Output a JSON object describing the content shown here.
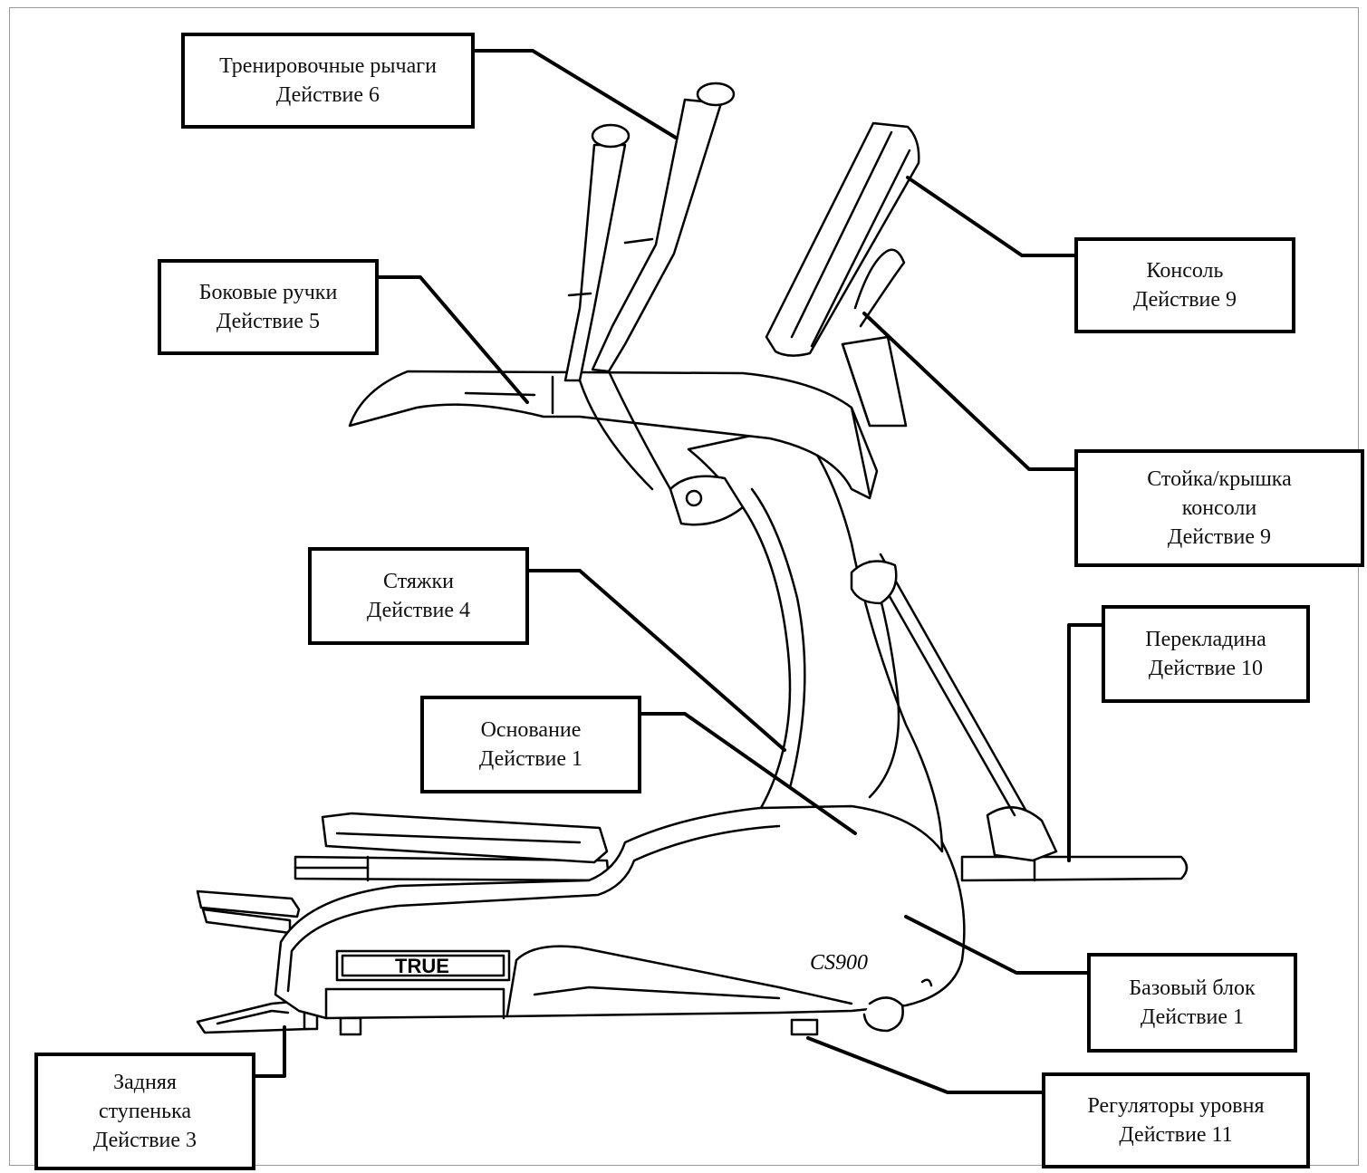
{
  "brand": {
    "logo_text": "TRUE",
    "model": "CS900"
  },
  "labels": {
    "arms": {
      "line1": "Тренировочные рычаги",
      "line2": "Действие 6"
    },
    "console": {
      "line1": "Консоль",
      "line2": "Действие 9"
    },
    "side_handles": {
      "line1": "Боковые ручки",
      "line2": "Действие 5"
    },
    "mast": {
      "line1": "Стойка/крышка",
      "line2": "консоли",
      "line3": "Действие 9"
    },
    "tie_rods": {
      "line1": "Стяжки",
      "line2": "Действие 4"
    },
    "crossbar": {
      "line1": "Перекладина",
      "line2": "Действие 10"
    },
    "base": {
      "line1": "Основание",
      "line2": "Действие 1"
    },
    "base_unit": {
      "line1": "Базовый блок",
      "line2": "Действие 1"
    },
    "rear_step": {
      "line1": "Задняя",
      "line2": "ступенька",
      "line3": "Действие 3"
    },
    "levelers": {
      "line1": "Регуляторы уровня",
      "line2": "Действие 11"
    }
  },
  "style": {
    "line_color": "#000000",
    "machine_fill": "#ffffff",
    "shade": "#e6e6e6"
  }
}
